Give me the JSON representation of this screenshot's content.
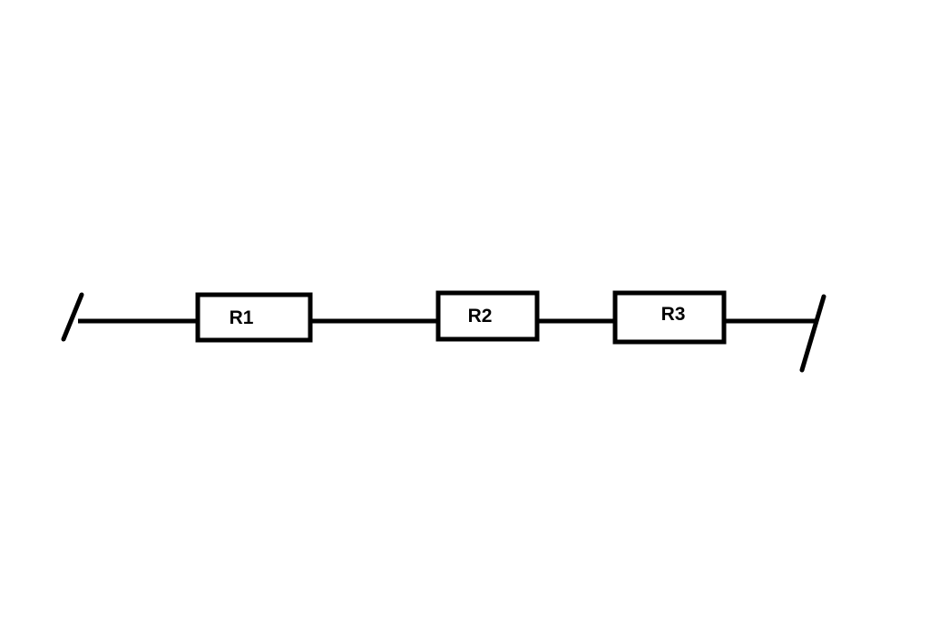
{
  "diagram": {
    "colors": {
      "background": "#ffffff",
      "stroke": "#000000"
    },
    "resistors": [
      {
        "label": "R1"
      },
      {
        "label": "R2"
      },
      {
        "label": "R3"
      }
    ]
  }
}
